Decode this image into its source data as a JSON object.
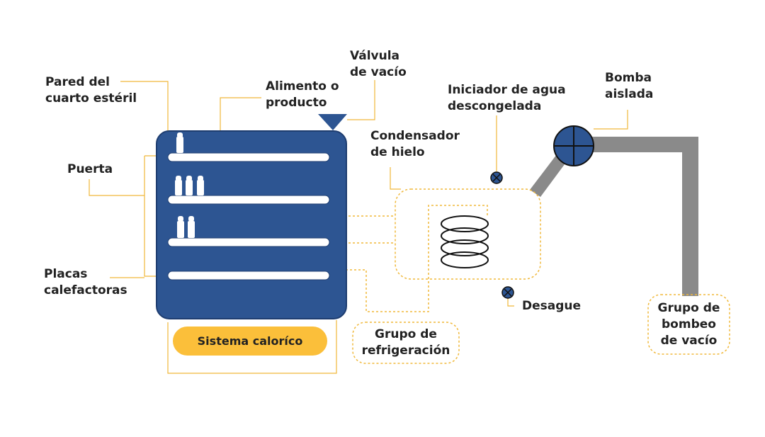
{
  "labels": {
    "sterile_wall": [
      "Pared del",
      "cuarto estéril"
    ],
    "door": "Puerta",
    "heating_plates": [
      "Placas",
      "calefactoras"
    ],
    "food_product": [
      "Alimento o",
      "producto"
    ],
    "vacuum_valve": [
      "Válvula",
      "de vacío"
    ],
    "ice_condenser": [
      "Condensador",
      "de hielo"
    ],
    "defrost_water_initiator": [
      "Iniciador de agua",
      "descongelada"
    ],
    "insulated_pump": [
      "Bomba",
      "aislada"
    ],
    "drain": "Desague",
    "refrigeration_group": [
      "Grupo de",
      "refrigeración"
    ],
    "vacuum_pump_group": [
      "Grupo de",
      "bombeo",
      "de vacío"
    ],
    "heat_system": "Sistema caloríco"
  },
  "colors": {
    "chamber_blue": "#2d5592",
    "accent_yellow": "#fbbf3a",
    "guide_line": "#f0b83a",
    "pipe_gray": "#8a8a8a",
    "text": "#222222"
  },
  "icons": {
    "valve": "triangle-funnel-icon",
    "pump": "circle-cross-icon",
    "drain_valve": "circle-x-icon",
    "initiator_valve": "circle-x-icon",
    "coil": "condenser-coil-icon",
    "vial": "vial-icon"
  }
}
